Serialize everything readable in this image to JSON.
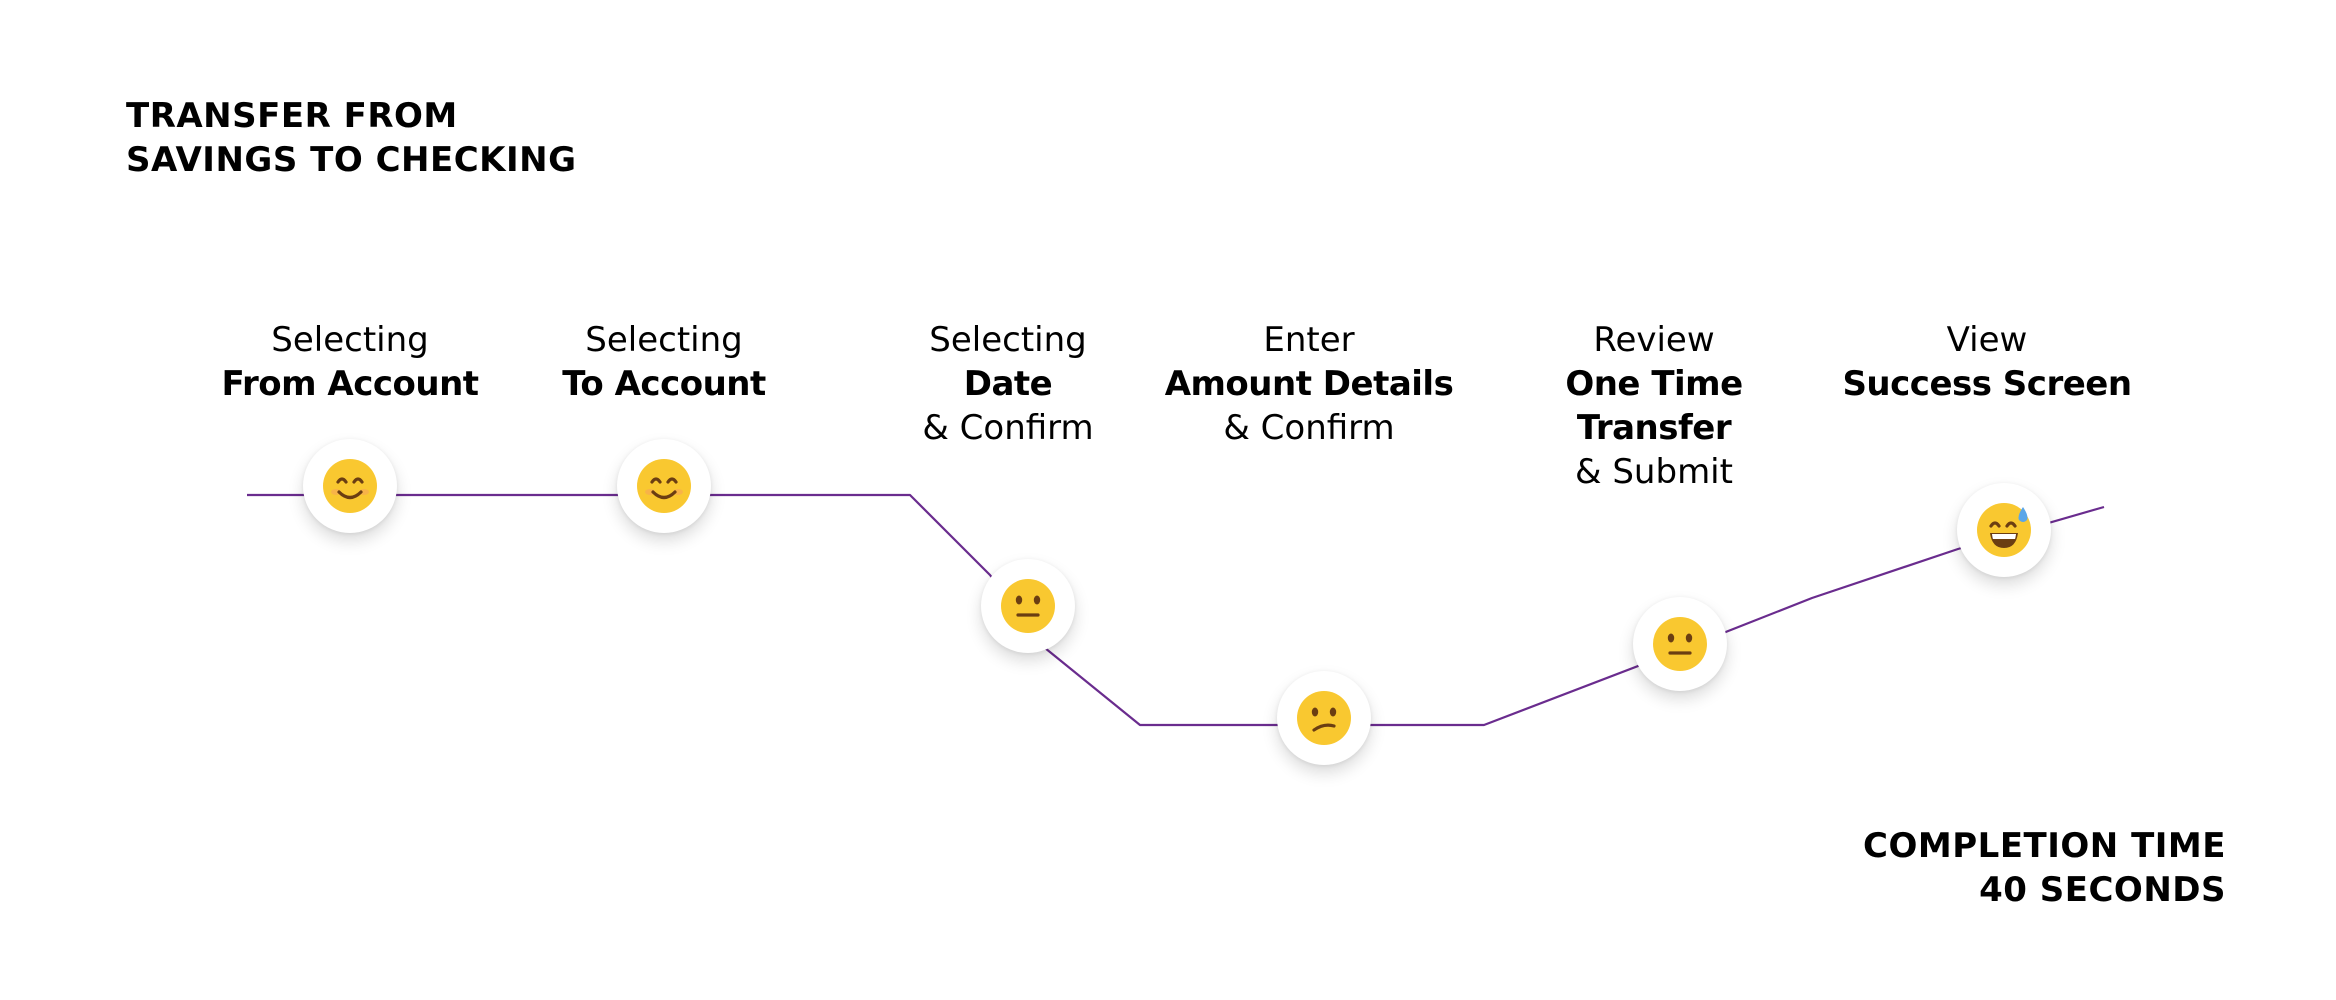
{
  "title": {
    "line1": "TRANSFER FROM",
    "line2": "SAVINGS TO CHECKING"
  },
  "completion": {
    "line1": "COMPLETION TIME",
    "line2": "40 SECONDS"
  },
  "colors": {
    "journey_line": "#6a2c8e",
    "emoji_face": "#f9c830",
    "emoji_feature": "#6b3e12",
    "emoji_cheek": "#f7a35c",
    "sweat_drop": "#5aa6e8"
  },
  "steps": [
    {
      "line1": "Selecting",
      "line2": "From Account",
      "line3": "",
      "emotion": "smiling-face-icon"
    },
    {
      "line1": "Selecting",
      "line2": "To Account",
      "line3": "",
      "emotion": "smiling-face-icon"
    },
    {
      "line1": "Selecting",
      "line2": "Date",
      "line3": "& Confirm",
      "emotion": "neutral-face-icon"
    },
    {
      "line1": "Enter",
      "line2": "Amount Details",
      "line3": "& Confirm",
      "emotion": "confused-face-icon"
    },
    {
      "line1": "Review",
      "line2": "One Time Transfer",
      "line3": "& Submit",
      "emotion": "neutral-face-icon"
    },
    {
      "line1": "View",
      "line2": "Success Screen",
      "line3": "",
      "emotion": "grinning-sweat-face-icon"
    }
  ]
}
